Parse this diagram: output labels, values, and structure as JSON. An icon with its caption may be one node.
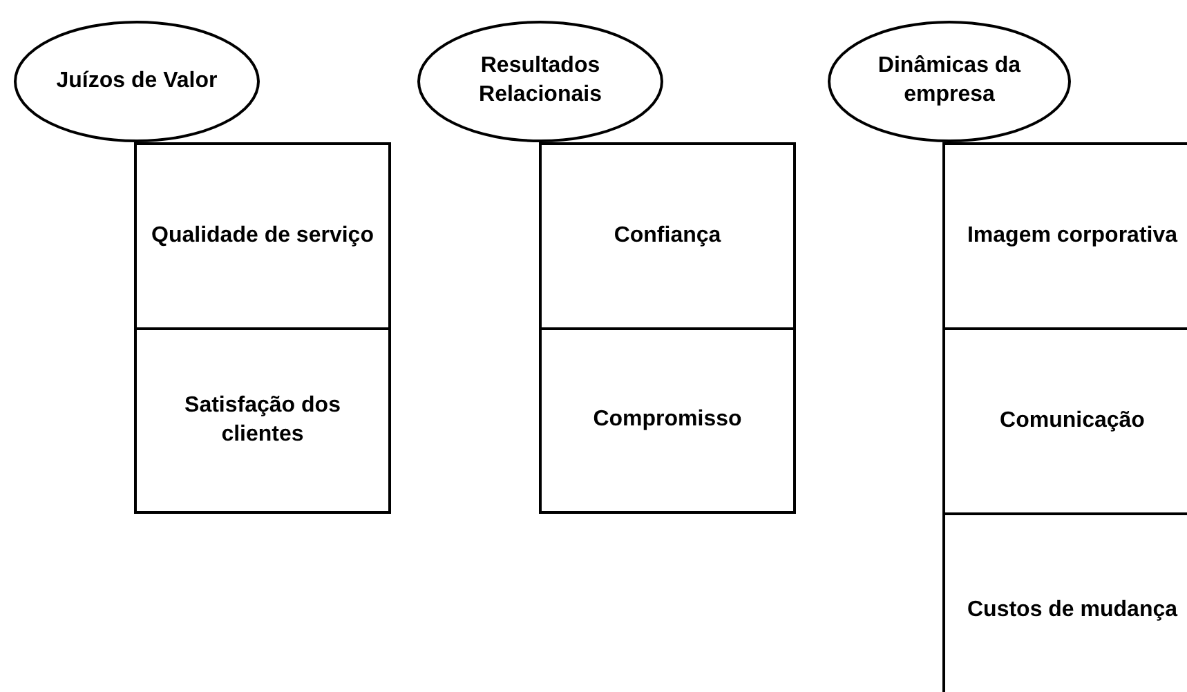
{
  "diagram": {
    "nodes": [
      {
        "text": [
          "Juízos de Valor"
        ]
      },
      {
        "text": [
          "Qualidade de serviço"
        ]
      },
      {
        "text": [
          "Satisfação dos clientes"
        ]
      },
      {
        "text": [
          "Resultados Relacionais"
        ]
      },
      {
        "text": [
          "Confiança"
        ]
      },
      {
        "text": [
          "Compromisso"
        ]
      },
      {
        "text": [
          "Dinâmicas da empresa"
        ]
      },
      {
        "text": [
          "Imagem corporativa"
        ]
      },
      {
        "text": [
          "Comunicação"
        ]
      },
      {
        "text": [
          "Custos de mudança"
        ]
      }
    ]
  }
}
